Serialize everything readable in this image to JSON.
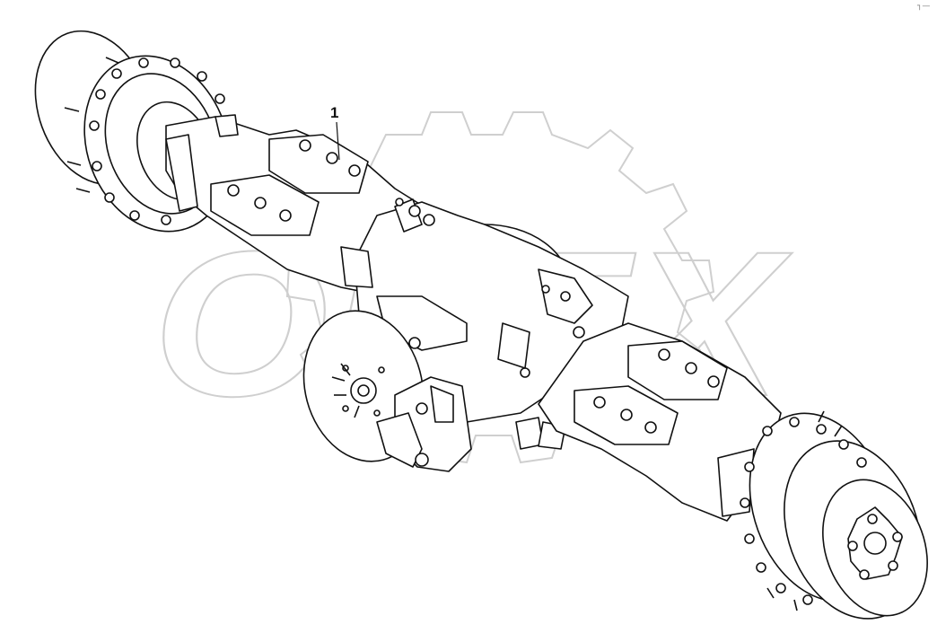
{
  "callouts": [
    {
      "number": "1",
      "part": "axle-assembly"
    }
  ],
  "watermark": {
    "text": "OPEX",
    "color": "#cfcfcf"
  },
  "corner_mark": "┐—",
  "colors": {
    "line": "#111111",
    "background": "#ffffff",
    "watermark": "#cfcfcf"
  }
}
